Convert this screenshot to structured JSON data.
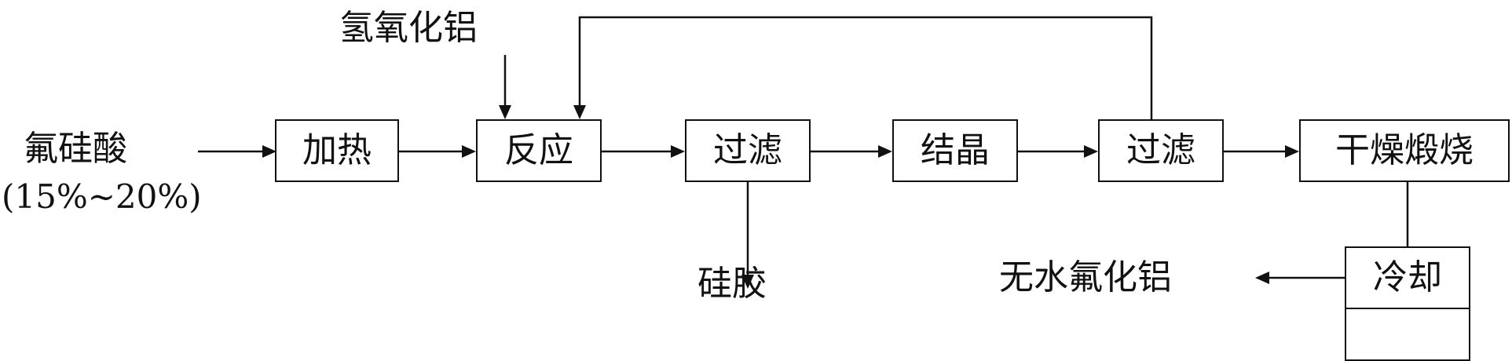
{
  "diagram": {
    "inputs": {
      "fluorosilicic_acid": "氟硅酸",
      "concentration": "(15%~20%)",
      "aluminum_hydroxide": "氢氧化铝"
    },
    "steps": {
      "heat": "加热",
      "react": "反应",
      "filter1": "过滤",
      "crystallize": "结晶",
      "filter2": "过滤",
      "dry_calcine": "干燥煅烧",
      "cool": "冷却"
    },
    "outputs": {
      "silica_gel": "硅胶",
      "product": "无水氟化铝"
    }
  }
}
